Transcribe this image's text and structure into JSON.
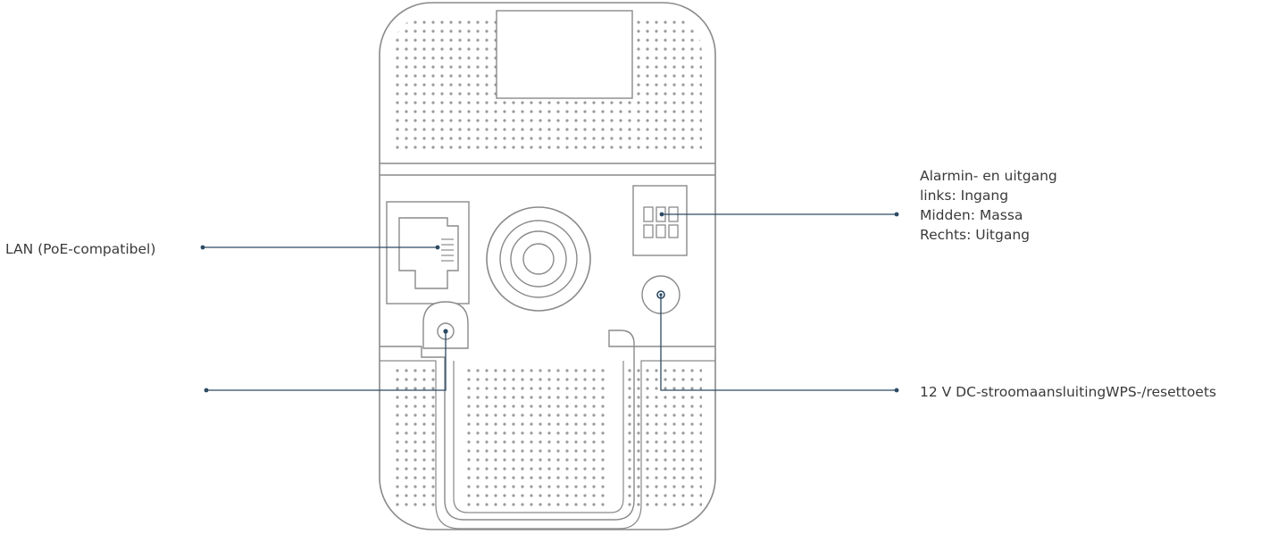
{
  "labels": {
    "lan": "LAN (PoE-compatibel)",
    "alarm": [
      "Alarmin- en uitgang",
      "links: Ingang",
      "Midden: Massa",
      "Rechts: Uitgang"
    ],
    "power_wps": "12 V DC-stroomaansluitingWPS-/resettoets"
  },
  "colors": {
    "outline": "#8a8a8a",
    "dots": "#9a9a9a",
    "leader": "#2c4a64",
    "text": "#3a3a3a"
  }
}
